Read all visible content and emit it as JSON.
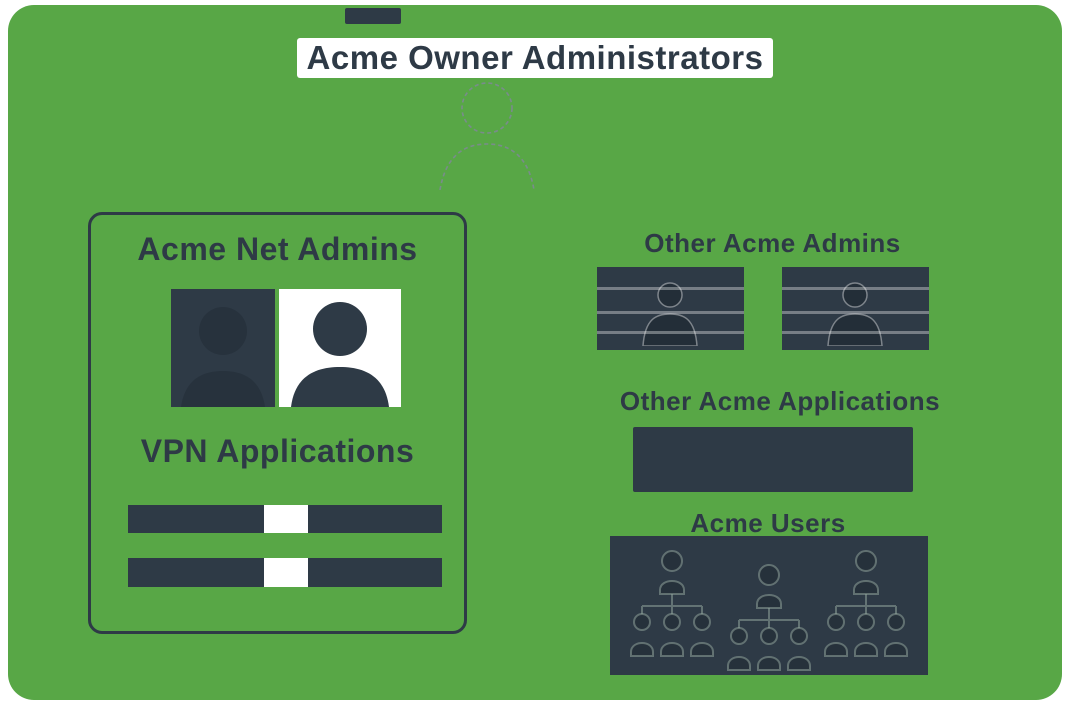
{
  "title": "Acme Owner Administrators",
  "colors": {
    "page_background": "#ffffff",
    "diagram_background": "#58a746",
    "dark_slate": "#2e3a46",
    "white": "#ffffff",
    "outline_gray": "#7d8a93"
  },
  "net_admins_group": {
    "heading": "Acme Net Admins",
    "applications_heading": "VPN Applications",
    "avatar_tile_count": 2,
    "application_bar_count": 2
  },
  "other_admins": {
    "heading": "Other Acme Admins",
    "tile_count": 2
  },
  "other_applications": {
    "heading": "Other Acme Applications"
  },
  "acme_users": {
    "heading": "Acme Users",
    "network_icon_count": 3
  },
  "icons": {
    "owner": "person-outline-icon",
    "admin_avatar": "person-silhouette-icon",
    "users": "user-network-icon"
  }
}
